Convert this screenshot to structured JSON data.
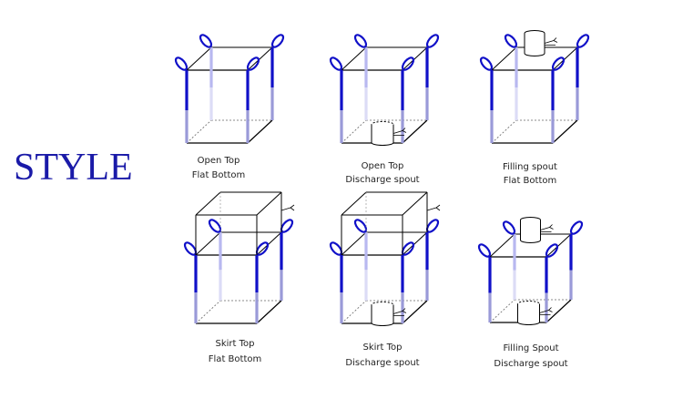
{
  "title": "STYLE",
  "colors": {
    "strap": "#1010c8",
    "strap_light": "#9a9ad8",
    "line": "#000000"
  },
  "bags": [
    {
      "line1": "Open Top",
      "line2": "Flat Bottom",
      "top": "open",
      "bottom": "flat"
    },
    {
      "line1": "Open Top",
      "line2": "Discharge spout",
      "top": "open",
      "bottom": "spout"
    },
    {
      "line1": "Filling spout",
      "line2": "Flat Bottom",
      "top": "spout",
      "bottom": "flat"
    },
    {
      "line1": "Skirt Top",
      "line2": "Flat Bottom",
      "top": "skirt",
      "bottom": "flat"
    },
    {
      "line1": "Skirt Top",
      "line2": "Discharge spout",
      "top": "skirt",
      "bottom": "spout"
    },
    {
      "line1": "Filling Spout",
      "line2": "Discharge spout",
      "top": "spout",
      "bottom": "spout"
    }
  ]
}
